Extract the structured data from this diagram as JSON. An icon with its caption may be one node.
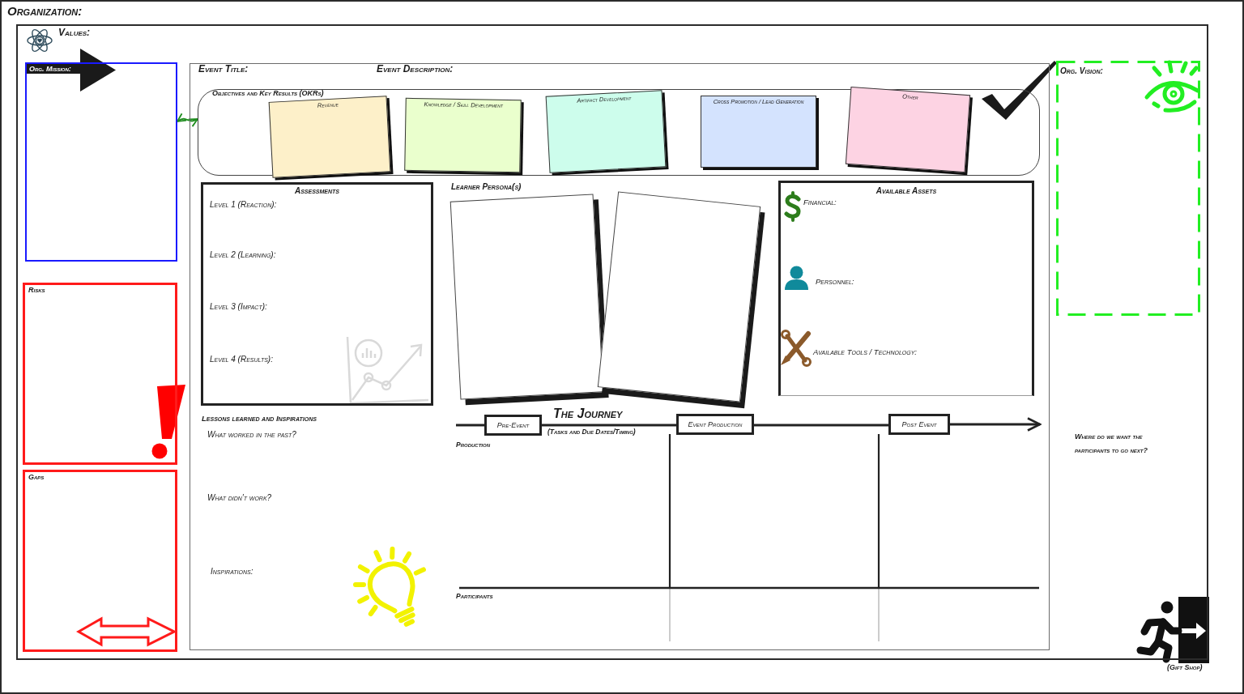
{
  "diagram": {
    "title": "Organization:",
    "nodes": [
      {
        "text": [
          "Values:"
        ]
      },
      {
        "text": [
          "Org. Mission:"
        ],
        "in": 0
      },
      {
        "text": [
          "Risks"
        ],
        "in": 0
      },
      {
        "text": [
          "Gaps"
        ],
        "in": 0
      },
      {
        "text": [
          "Event Title:",
          "Event Description:"
        ],
        "in": 0
      },
      {
        "text": [
          "Objectives and Key Results (OKRs)"
        ],
        "in": 4
      },
      {
        "text": [
          "Revenue"
        ],
        "in": 5
      },
      {
        "text": [
          "Knowledge / Skill Development"
        ],
        "in": 5
      },
      {
        "text": [
          "Artifact Development"
        ],
        "in": 5
      },
      {
        "text": [
          "Cross Promotion / Lead Generation"
        ],
        "in": 5
      },
      {
        "text": [
          "Other"
        ],
        "in": 5
      },
      {
        "text": [
          "Assessments",
          "Level 1 (Reaction):",
          "Level 2 (Learning):",
          "Level 3 (Impact):",
          "Level 4 (Results):"
        ],
        "in": 4
      },
      {
        "text": [],
        "shape": "box",
        "in": 4
      },
      {
        "text": [],
        "shape": "box",
        "in": 4
      },
      {
        "text": [
          "Available Assets",
          "Financial:",
          "Personnel:",
          "Available Tools / Technology:"
        ],
        "in": 4
      },
      {
        "text": [
          "Pre-Event"
        ],
        "in": 4
      },
      {
        "text": [
          "Event Production"
        ],
        "in": 4
      },
      {
        "text": [
          "Post Event"
        ],
        "in": 4
      },
      {
        "text": [
          "Org. Vision:"
        ],
        "in": 0
      }
    ],
    "edges": [
      {
        "from": 1,
        "to": 5,
        "arrow": "both",
        "color": "#1e8c1e"
      },
      {
        "from": null,
        "to": 15,
        "arrow": "none"
      },
      {
        "from": 15,
        "to": 16,
        "arrow": "none"
      },
      {
        "from": 16,
        "to": 17,
        "arrow": "none"
      },
      {
        "from": 17,
        "to": null,
        "arrow": "to"
      }
    ],
    "labels": [
      "Learner Persona(s)",
      "Lessons learned and Inspirations",
      "What worked in the past?",
      "What didn't work?",
      "Inspirations:",
      "The Journey",
      "(Tasks and Due Dates/Timing)",
      "Production",
      "Participants",
      "Where do we want the participants to go next?",
      "(Gift Shop)"
    ]
  }
}
